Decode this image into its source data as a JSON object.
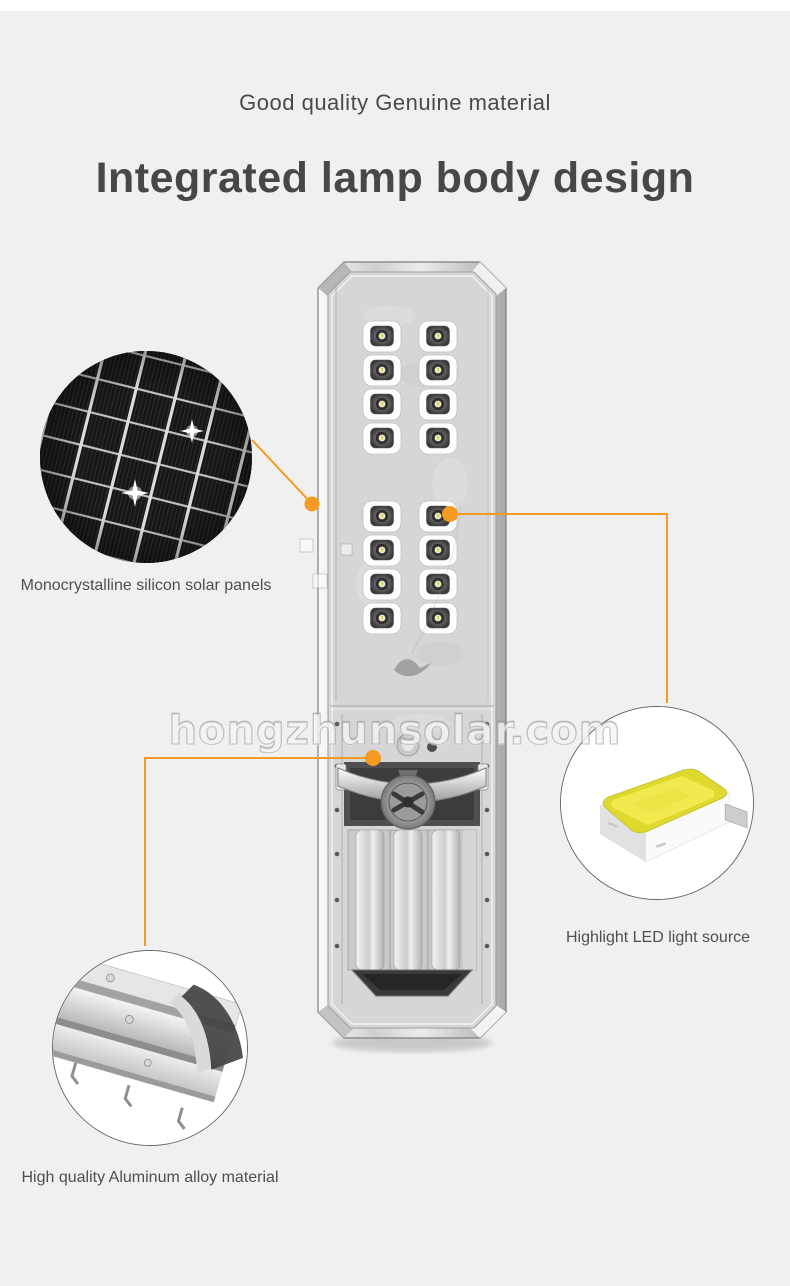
{
  "header": {
    "subtitle": "Good quality Genuine material",
    "title": "Integrated lamp body design"
  },
  "watermark": {
    "text": "hongzhunsolar.com"
  },
  "callouts": {
    "solar": {
      "label": "Monocrystalline silicon solar panels"
    },
    "led": {
      "label": "Highlight LED light source"
    },
    "aluminum": {
      "label": "High quality Aluminum alloy material"
    }
  },
  "colors": {
    "accent_orange": "#F59A23",
    "background": "#F0F0F0",
    "heading_text": "#474747",
    "label_text": "#4F4F4F"
  }
}
